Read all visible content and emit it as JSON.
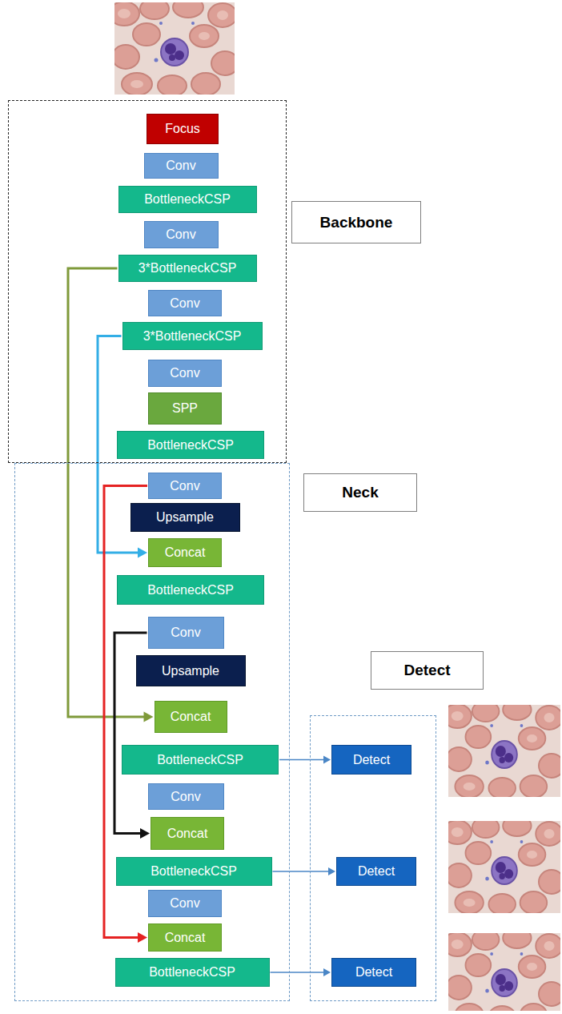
{
  "diagram": {
    "nodes": [
      {
        "text": [
          "Backbone"
        ]
      },
      {
        "text": [
          "Focus"
        ],
        "in": 0
      },
      {
        "text": [
          "Conv"
        ],
        "in": 0
      },
      {
        "text": [
          "BottleneckCSP"
        ],
        "in": 0
      },
      {
        "text": [
          "Conv"
        ],
        "in": 0
      },
      {
        "text": [
          "3*BottleneckCSP"
        ],
        "in": 0
      },
      {
        "text": [
          "Conv"
        ],
        "in": 0
      },
      {
        "text": [
          "3*BottleneckCSP"
        ],
        "in": 0
      },
      {
        "text": [
          "Conv"
        ],
        "in": 0
      },
      {
        "text": [
          "SPP"
        ],
        "in": 0
      },
      {
        "text": [
          "BottleneckCSP"
        ],
        "in": 0
      },
      {
        "text": [
          "Neck"
        ]
      },
      {
        "text": [
          "Conv"
        ],
        "in": 11
      },
      {
        "text": [
          "Upsample"
        ],
        "in": 11
      },
      {
        "text": [
          "Concat"
        ],
        "in": 11
      },
      {
        "text": [
          "BottleneckCSP"
        ],
        "in": 11
      },
      {
        "text": [
          "Conv"
        ],
        "in": 11
      },
      {
        "text": [
          "Upsample"
        ],
        "in": 11
      },
      {
        "text": [
          "Concat"
        ],
        "in": 11
      },
      {
        "text": [
          "BottleneckCSP"
        ],
        "in": 11
      },
      {
        "text": [
          "Conv"
        ],
        "in": 11
      },
      {
        "text": [
          "Concat"
        ],
        "in": 11
      },
      {
        "text": [
          "BottleneckCSP"
        ],
        "in": 11
      },
      {
        "text": [
          "Conv"
        ],
        "in": 11
      },
      {
        "text": [
          "Concat"
        ],
        "in": 11
      },
      {
        "text": [
          "BottleneckCSP"
        ],
        "in": 11
      },
      {
        "text": [
          "Detect"
        ]
      },
      {
        "text": [
          "Detect"
        ],
        "in": 26
      },
      {
        "text": [
          "Detect"
        ],
        "in": 26
      },
      {
        "text": [
          "Detect"
        ],
        "in": 26
      }
    ],
    "edges": [
      {
        "from": 5,
        "to": 18,
        "arrow": "to"
      },
      {
        "from": 7,
        "to": 14,
        "arrow": "to"
      },
      {
        "from": 12,
        "to": 24,
        "arrow": "to"
      },
      {
        "from": 16,
        "to": 21,
        "arrow": "to"
      },
      {
        "from": 19,
        "to": 27,
        "arrow": "to"
      },
      {
        "from": 22,
        "to": 28,
        "arrow": "to"
      },
      {
        "from": 25,
        "to": 29,
        "arrow": "to"
      }
    ]
  }
}
